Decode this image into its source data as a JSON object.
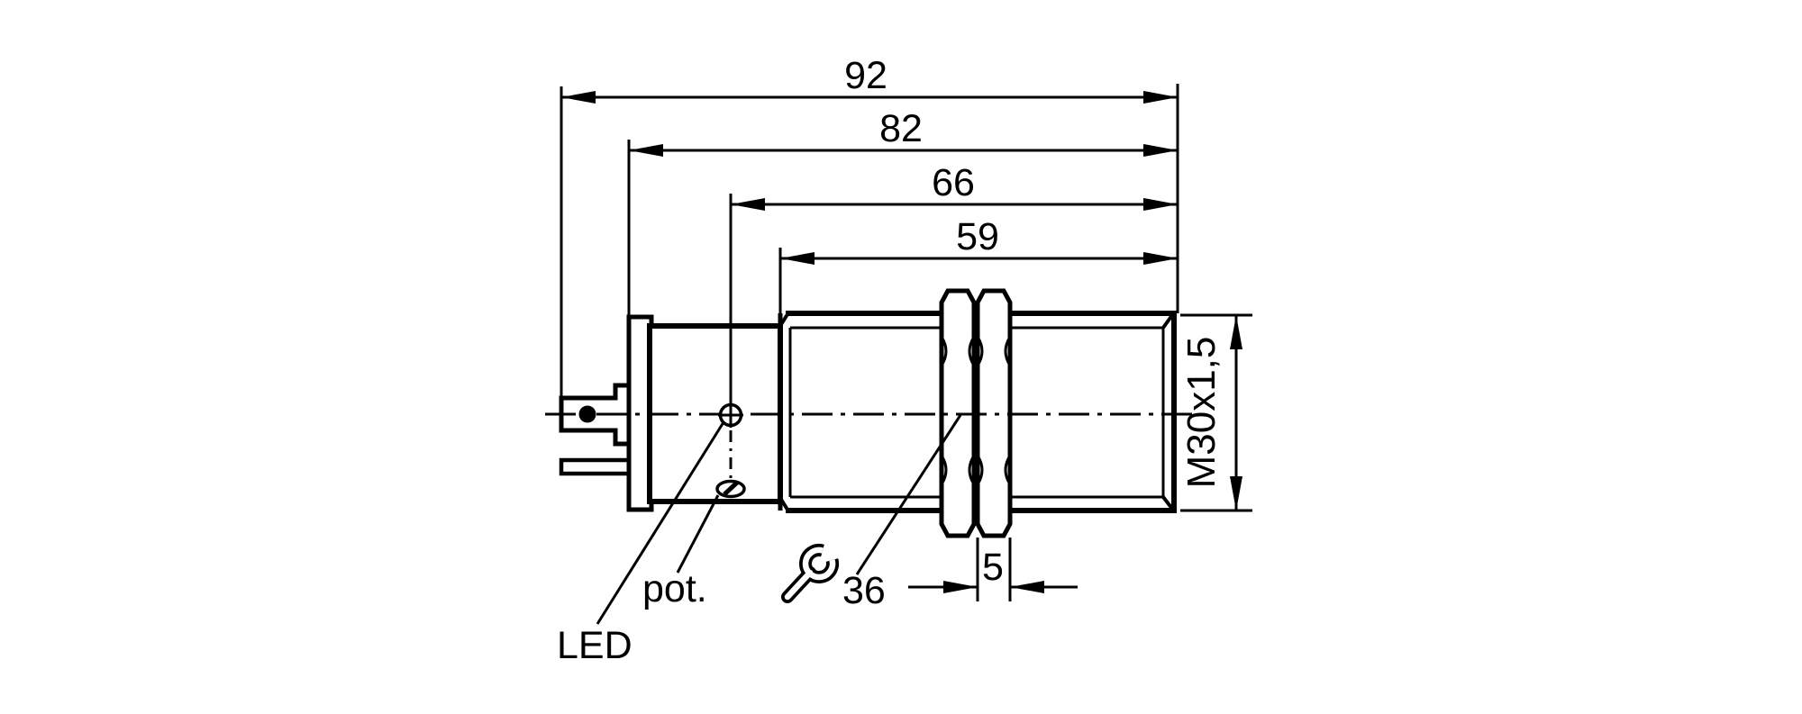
{
  "drawing": {
    "title": "Cylindrical sensor dimensional drawing",
    "colors": {
      "line": "#000000",
      "background": "#ffffff"
    },
    "dimensions": {
      "overall_length": "92",
      "housing_length": "82",
      "led_to_face": "66",
      "thread_length": "59",
      "nut_thickness": "5",
      "wrench_size": "36",
      "thread_spec": "M30x1,5"
    },
    "labels": {
      "led": "LED",
      "pot": "pot."
    },
    "icons": [
      {
        "name": "wrench-icon"
      }
    ]
  }
}
